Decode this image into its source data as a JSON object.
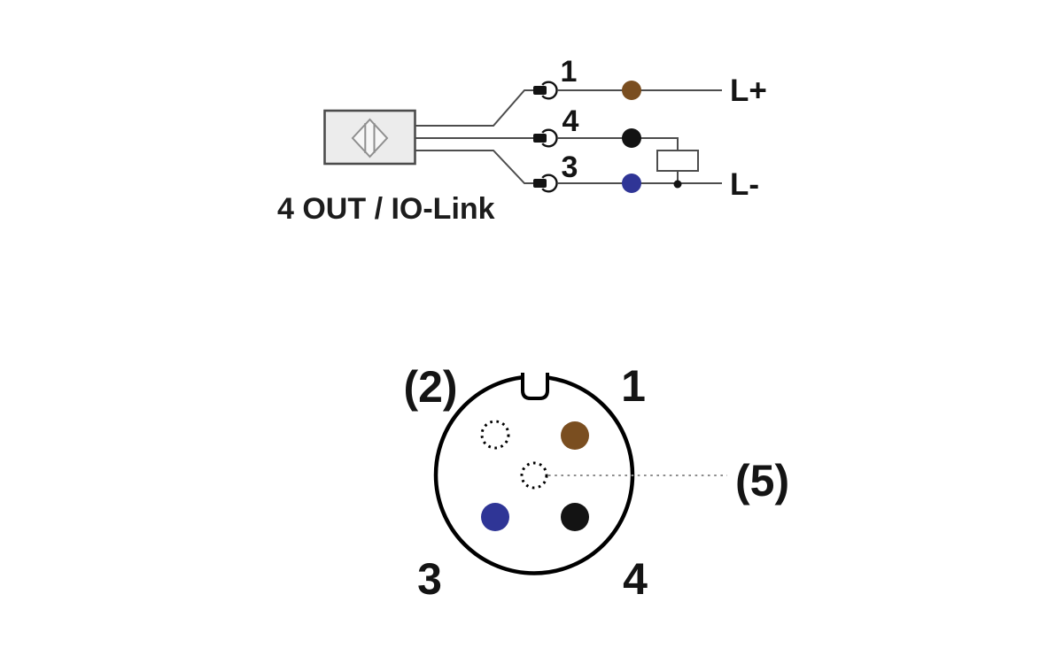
{
  "colors": {
    "brown": "#7a4e20",
    "black": "#131313",
    "blue": "#2f3596",
    "wire": "#4d4d4d",
    "leader": "#8c8c8c"
  },
  "wiring": {
    "caption": "4 OUT / IO-Link",
    "pins": [
      {
        "number": "1",
        "color": "brown",
        "terminal": "L+"
      },
      {
        "number": "4",
        "color": "black",
        "terminal": ""
      },
      {
        "number": "3",
        "color": "blue",
        "terminal": "L-"
      }
    ],
    "terminal_positive": "L+",
    "terminal_negative": "L-"
  },
  "pinout": {
    "pin1_label": "1",
    "pin2_label": "(2)",
    "pin3_label": "3",
    "pin4_label": "4",
    "pin5_label": "(5)"
  }
}
